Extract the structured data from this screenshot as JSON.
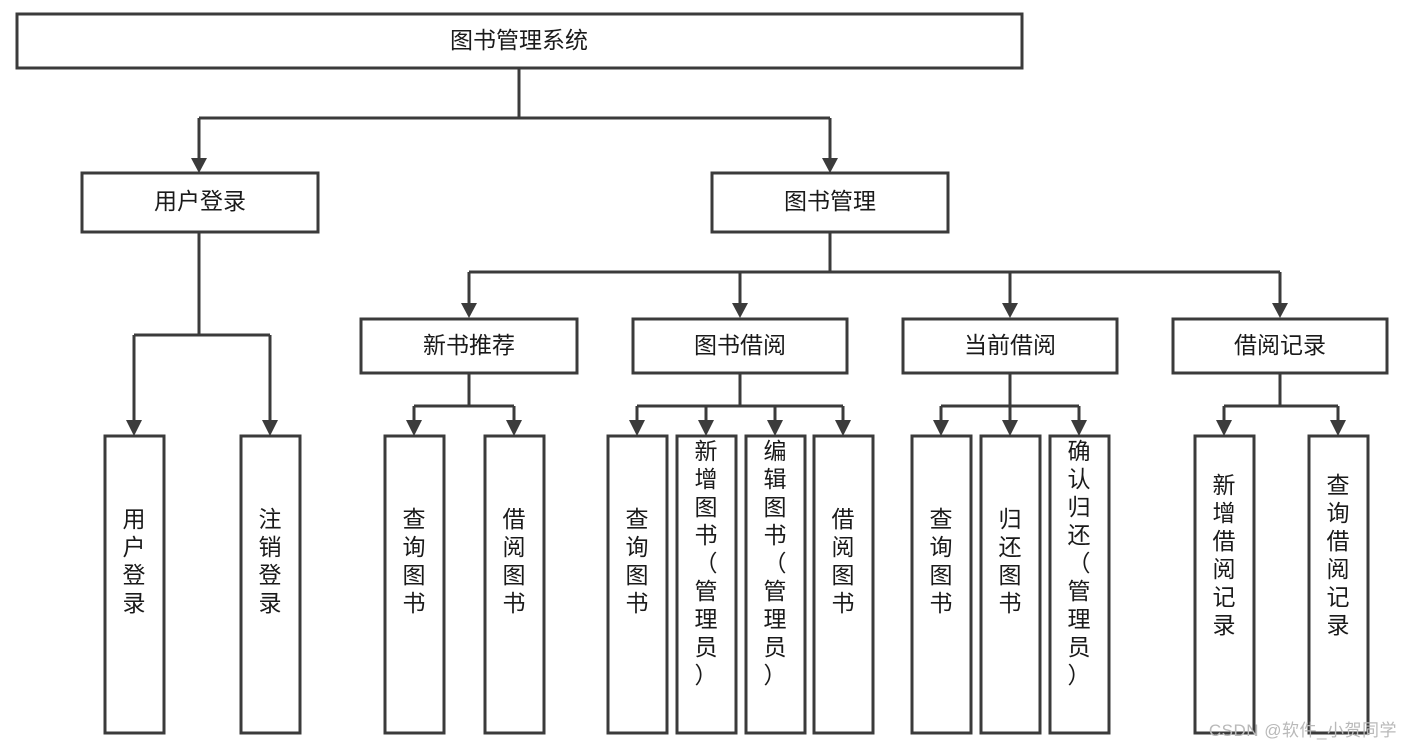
{
  "diagram": {
    "title": "图书管理系统",
    "type": "tree",
    "watermark": "CSDN @软件_小贺同学",
    "levels": {
      "root": {
        "label": "图书管理系统",
        "orientation": "horizontal"
      },
      "level2": [
        {
          "id": "user-login",
          "label": "用户登录",
          "orientation": "horizontal"
        },
        {
          "id": "book-manage",
          "label": "图书管理",
          "orientation": "horizontal"
        }
      ],
      "level3": [
        {
          "id": "new-book-recommend",
          "label": "新书推荐",
          "orientation": "horizontal",
          "parent": "book-manage"
        },
        {
          "id": "book-borrow",
          "label": "图书借阅",
          "orientation": "horizontal",
          "parent": "book-manage"
        },
        {
          "id": "current-borrow",
          "label": "当前借阅",
          "orientation": "horizontal",
          "parent": "book-manage"
        },
        {
          "id": "borrow-record",
          "label": "借阅记录",
          "orientation": "horizontal",
          "parent": "book-manage"
        }
      ],
      "leaves": [
        {
          "id": "leaf-user-login",
          "label": "用户登录",
          "orientation": "vertical",
          "parent": "user-login"
        },
        {
          "id": "leaf-logout-login",
          "label": "注销登录",
          "orientation": "vertical",
          "parent": "user-login"
        },
        {
          "id": "leaf-query-book-1",
          "label": "查询图书",
          "orientation": "vertical",
          "parent": "new-book-recommend"
        },
        {
          "id": "leaf-borrow-book-1",
          "label": "借阅图书",
          "orientation": "vertical",
          "parent": "new-book-recommend"
        },
        {
          "id": "leaf-query-book-2",
          "label": "查询图书",
          "orientation": "vertical",
          "parent": "book-borrow"
        },
        {
          "id": "leaf-add-book",
          "label": "新增图书（管理员）",
          "orientation": "vertical",
          "parent": "book-borrow"
        },
        {
          "id": "leaf-edit-book",
          "label": "编辑图书（管理员）",
          "orientation": "vertical",
          "parent": "book-borrow"
        },
        {
          "id": "leaf-borrow-book-2",
          "label": "借阅图书",
          "orientation": "vertical",
          "parent": "book-borrow"
        },
        {
          "id": "leaf-query-book-3",
          "label": "查询图书",
          "orientation": "vertical",
          "parent": "current-borrow"
        },
        {
          "id": "leaf-return-book",
          "label": "归还图书",
          "orientation": "vertical",
          "parent": "current-borrow"
        },
        {
          "id": "leaf-confirm-return",
          "label": "确认归还（管理员）",
          "orientation": "vertical",
          "parent": "current-borrow"
        },
        {
          "id": "leaf-add-record",
          "label": "新增借阅记录",
          "orientation": "vertical",
          "parent": "borrow-record"
        },
        {
          "id": "leaf-query-record",
          "label": "查询借阅记录",
          "orientation": "vertical",
          "parent": "borrow-record"
        }
      ]
    },
    "colors": {
      "stroke": "#3b3b3b",
      "fill": "#ffffff",
      "text": "#1a1a1a",
      "watermark": "#b9b9b9"
    }
  }
}
